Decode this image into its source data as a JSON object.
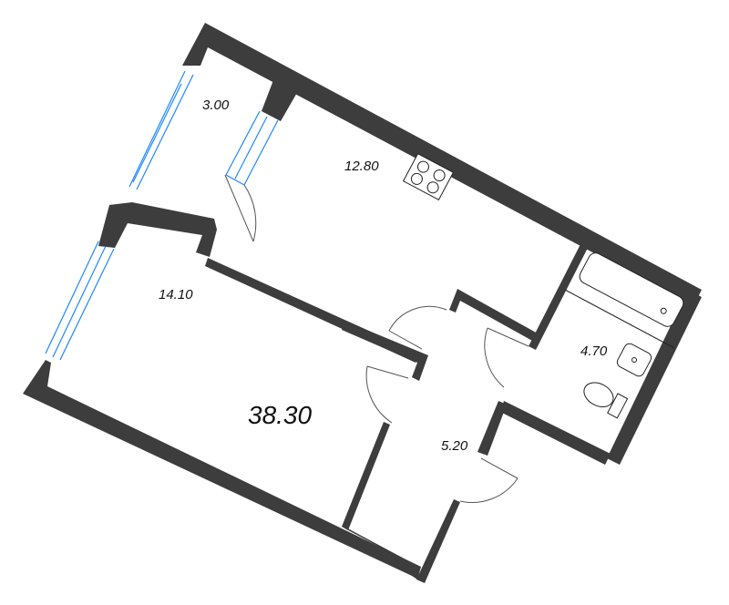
{
  "plan": {
    "total_area": "38.30",
    "rooms": [
      {
        "name": "loggia",
        "area": "3.00"
      },
      {
        "name": "kitchen",
        "area": "12.80"
      },
      {
        "name": "living-room",
        "area": "14.10"
      },
      {
        "name": "hallway",
        "area": "5.20"
      },
      {
        "name": "bathroom",
        "area": "4.70"
      }
    ],
    "colors": {
      "wall": "#3d3d3d",
      "window": "#1e88ff",
      "background": "#ffffff"
    }
  }
}
